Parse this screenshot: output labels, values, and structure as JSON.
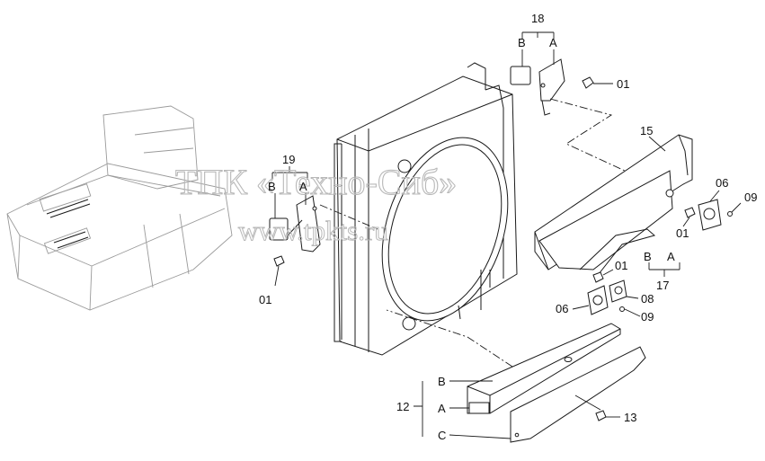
{
  "watermark": {
    "line1": "ТПК «Техно-Сиб»",
    "line2": "www.tpkts.ru"
  },
  "callouts": {
    "c18": "18",
    "c18_b": "B",
    "c18_a": "A",
    "c01_top": "01",
    "c15": "15",
    "c06_right": "06",
    "c09_right": "09",
    "c01_right": "01",
    "c17_b": "B",
    "c17_a": "A",
    "c17": "17",
    "c01_mid": "01",
    "c08": "08",
    "c06_mid": "06",
    "c09_mid": "09",
    "c19": "19",
    "c19_b": "B",
    "c19_a": "A",
    "c01_left": "01",
    "c12": "12",
    "c12_b": "B",
    "c12_a": "A",
    "c12_c": "C",
    "c13": "13"
  }
}
